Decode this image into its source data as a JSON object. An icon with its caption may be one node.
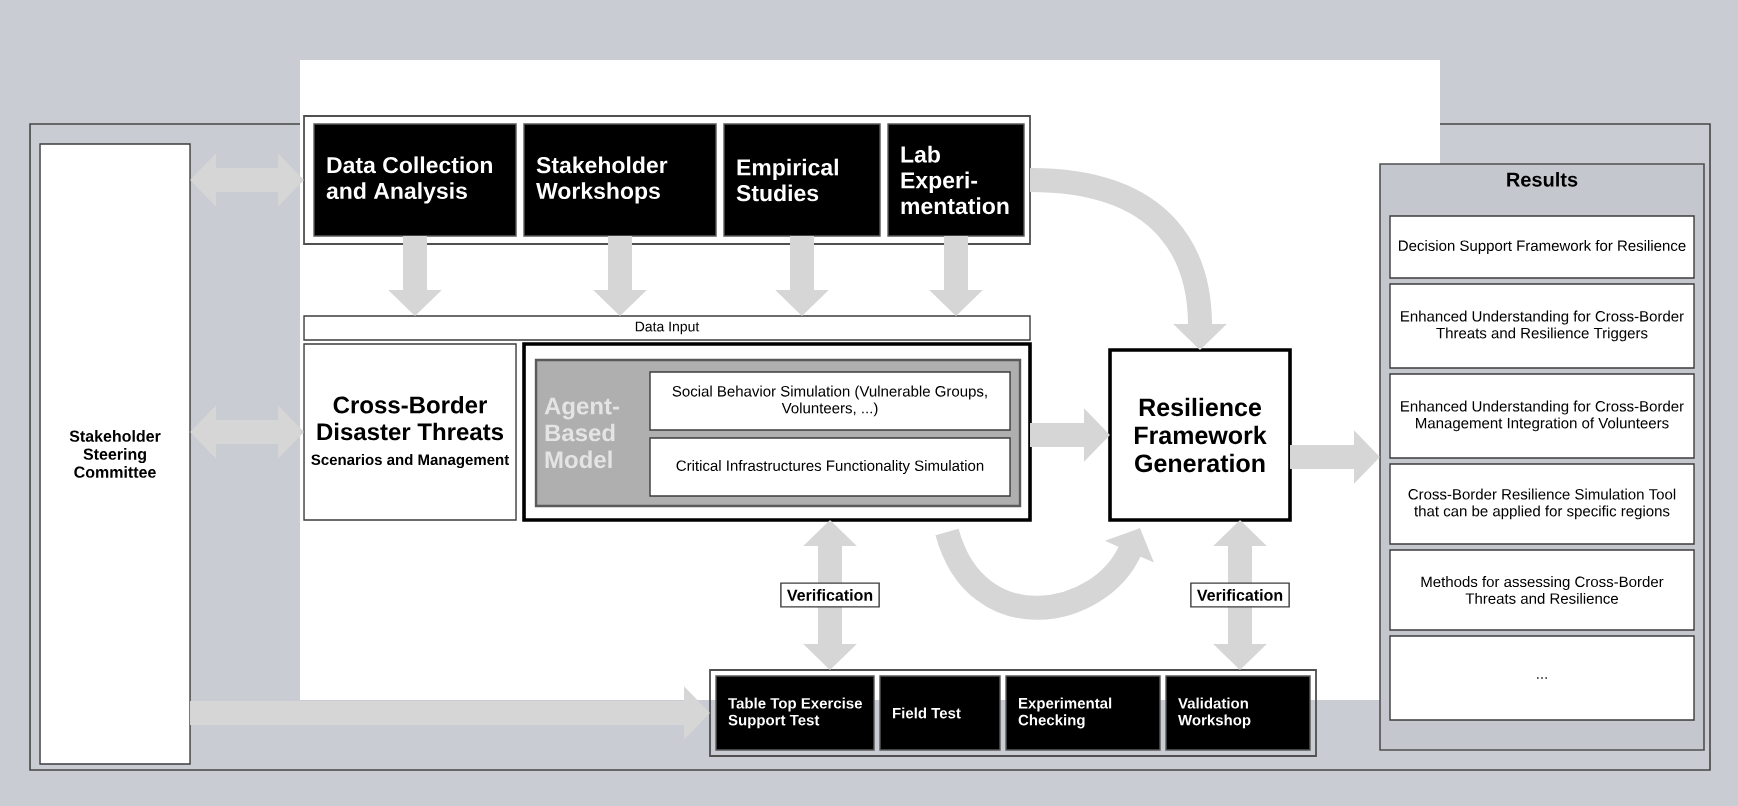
{
  "diagram": {
    "nodes": [
      {
        "text": [
          "Stakeholder Steering Committee"
        ]
      },
      {
        "text": [],
        "shape": "box"
      },
      {
        "text": [
          "Data Collection and Analysis"
        ],
        "in": 1
      },
      {
        "text": [
          "Stakeholder Workshops"
        ],
        "in": 1
      },
      {
        "text": [
          "Empirical Studies"
        ],
        "in": 1
      },
      {
        "text": [
          "Lab Experi-mentation"
        ],
        "in": 1
      },
      {
        "text": [
          "Data Input"
        ]
      },
      {
        "text": [
          "Cross-Border Disaster Threats",
          "Scenarios and Management"
        ]
      },
      {
        "text": [],
        "shape": "box"
      },
      {
        "text": [
          "Agent-Based Model"
        ],
        "in": 8
      },
      {
        "text": [
          "Social Behavior Simulation (Vulnerable Groups, Volunteers, ...)"
        ],
        "in": 9
      },
      {
        "text": [
          "Critical Infrastructures Functionality Simulation"
        ],
        "in": 9
      },
      {
        "text": [
          "Resilience Framework Generation"
        ]
      },
      {
        "text": [
          "Results"
        ]
      },
      {
        "text": [
          "Decision Support Framework for Resilience"
        ],
        "in": 13
      },
      {
        "text": [
          "Enhanced Understanding for Cross-Border Threats and Resilience Triggers"
        ],
        "in": 13
      },
      {
        "text": [
          "Enhanced Understanding for Cross-Border Management Integration of Volunteers"
        ],
        "in": 13
      },
      {
        "text": [
          "Cross-Border Resilience Simulation Tool that can be applied for specific regions"
        ],
        "in": 13
      },
      {
        "text": [
          "Methods for assessing Cross-Border Threats and Resilience"
        ],
        "in": 13
      },
      {
        "text": [
          "..."
        ],
        "in": 13
      },
      {
        "text": [],
        "shape": "box"
      },
      {
        "text": [
          "Table Top Exercise Support Test"
        ],
        "in": 20
      },
      {
        "text": [
          "Field Test"
        ],
        "in": 20
      },
      {
        "text": [
          "Experimental Checking"
        ],
        "in": 20
      },
      {
        "text": [
          "Validation Workshop"
        ],
        "in": 20
      }
    ],
    "edges": [
      {
        "from": 0,
        "to": 1,
        "arrow": "both"
      },
      {
        "from": 0,
        "to": 7,
        "arrow": "both"
      },
      {
        "from": 0,
        "to": 20,
        "arrow": "to"
      },
      {
        "from": 2,
        "to": 6,
        "arrow": "to"
      },
      {
        "from": 3,
        "to": 6,
        "arrow": "to"
      },
      {
        "from": 4,
        "to": 6,
        "arrow": "to"
      },
      {
        "from": 5,
        "to": 6,
        "arrow": "to"
      },
      {
        "from": 1,
        "to": 12,
        "arrow": "to"
      },
      {
        "from": 8,
        "to": 12,
        "arrow": "to"
      },
      {
        "from": 12,
        "to": 13,
        "arrow": "to"
      },
      {
        "from": 8,
        "to": 20,
        "arrow": "both",
        "label": "Verification"
      },
      {
        "from": 12,
        "to": 20,
        "arrow": "both",
        "label": "Verification"
      },
      {
        "from": 8,
        "to": 12,
        "arrow": "to"
      }
    ]
  }
}
